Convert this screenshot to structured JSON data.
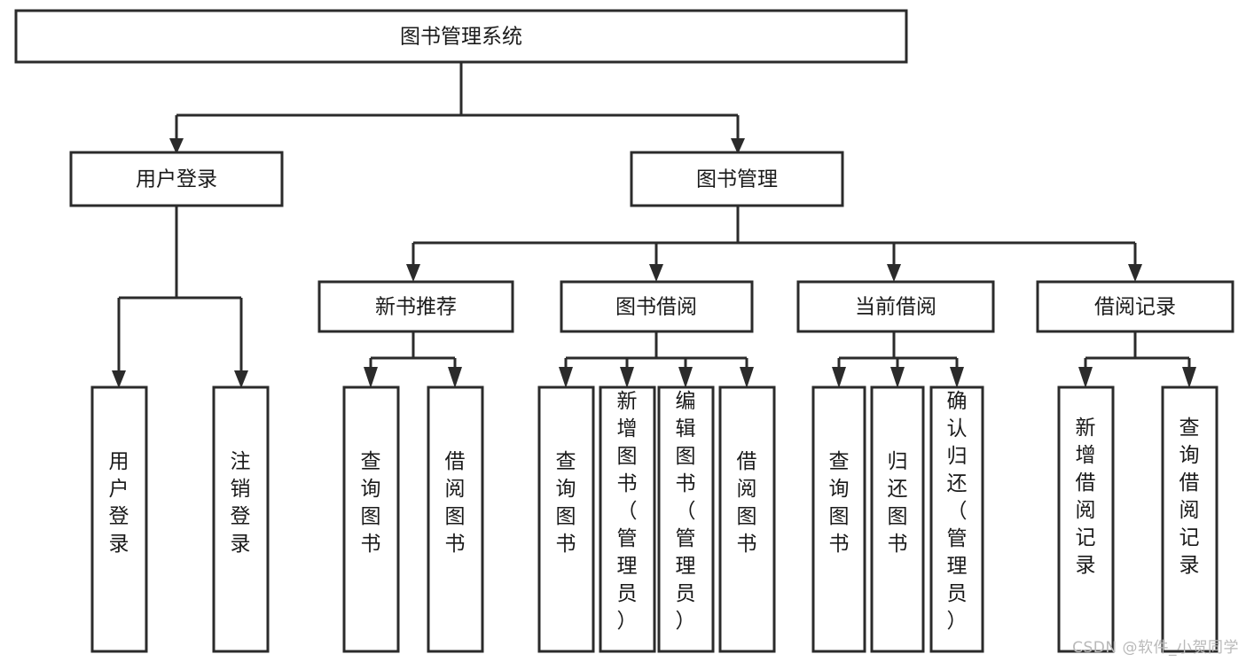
{
  "diagram": {
    "title": "图书管理系统",
    "type": "tree-hierarchy-chart",
    "watermark": "CSDN @软件_小贺同学",
    "colors": {
      "background": "#ffffff",
      "box_fill": "#ffffff",
      "box_stroke": "#2b2b2b",
      "text": "#1a1a1a",
      "connector": "#2b2b2b",
      "watermark": "#b9b9b9"
    },
    "root": {
      "label": "图书管理系统"
    },
    "level2": [
      {
        "label": "用户登录"
      },
      {
        "label": "图书管理"
      }
    ],
    "level3": [
      {
        "label": "新书推荐"
      },
      {
        "label": "图书借阅"
      },
      {
        "label": "当前借阅"
      },
      {
        "label": "借阅记录"
      }
    ],
    "leaves": {
      "user_login": [
        {
          "label": "用户登录"
        },
        {
          "label": "注销登录"
        }
      ],
      "new_book_recommend": [
        {
          "label": "查询图书"
        },
        {
          "label": "借阅图书"
        }
      ],
      "book_borrow": [
        {
          "label": "查询图书"
        },
        {
          "label": "新增图书（管理员）"
        },
        {
          "label": "编辑图书（管理员）"
        },
        {
          "label": "借阅图书"
        }
      ],
      "current_borrow": [
        {
          "label": "查询图书"
        },
        {
          "label": "归还图书"
        },
        {
          "label": "确认归还（管理员）"
        }
      ],
      "borrow_record": [
        {
          "label": "新增借阅记录"
        },
        {
          "label": "查询借阅记录"
        }
      ]
    }
  }
}
